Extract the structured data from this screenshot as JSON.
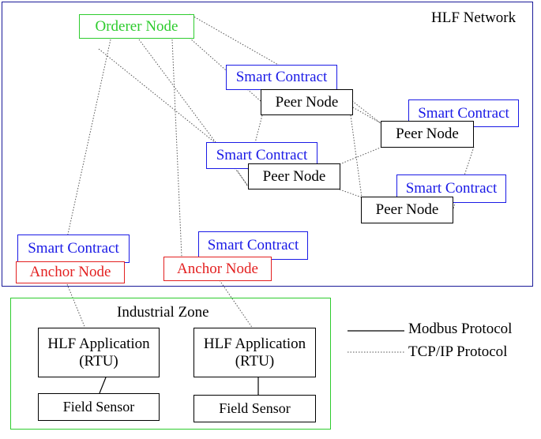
{
  "network": {
    "label": "HLF Network"
  },
  "orderer": {
    "label": "Orderer Node"
  },
  "smart_contracts": [
    {
      "label": "Smart Contract"
    },
    {
      "label": "Smart Contract"
    },
    {
      "label": "Smart Contract"
    },
    {
      "label": "Smart Contract"
    },
    {
      "label": "Smart Contract"
    },
    {
      "label": "Smart Contract"
    }
  ],
  "peers": [
    {
      "label": "Peer Node"
    },
    {
      "label": "Peer Node"
    },
    {
      "label": "Peer Node"
    },
    {
      "label": "Peer Node"
    }
  ],
  "anchors": [
    {
      "label": "Anchor Node"
    },
    {
      "label": "Anchor Node"
    }
  ],
  "industrial_zone": {
    "label": "Industrial Zone",
    "applications": [
      {
        "line1": "HLF Application",
        "line2": "(RTU)"
      },
      {
        "line1": "HLF Application",
        "line2": "(RTU)"
      }
    ],
    "sensors": [
      {
        "label": "Field Sensor"
      },
      {
        "label": "Field Sensor"
      }
    ]
  },
  "legend": [
    {
      "label": "Modbus Protocol",
      "style": "solid"
    },
    {
      "label": "TCP/IP Protocol",
      "style": "dotted"
    }
  ],
  "colors": {
    "orderer": "#2ecc2e",
    "smart_contract": "#1a1ae6",
    "anchor": "#e32020",
    "network_border": "#1a1a99",
    "zone_border": "#2ecc2e"
  }
}
